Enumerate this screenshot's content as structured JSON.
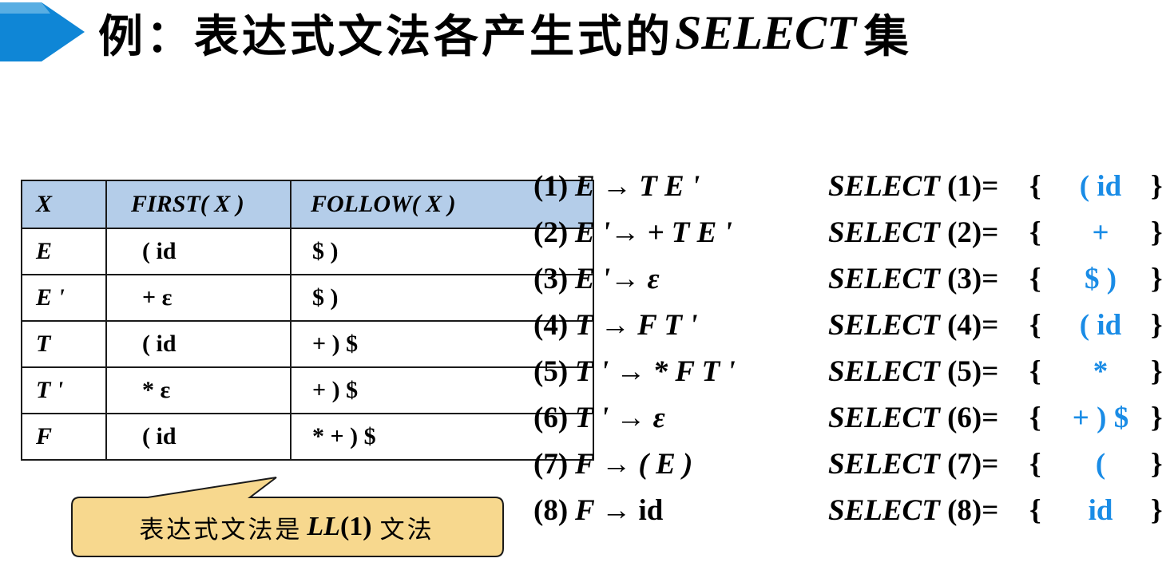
{
  "slide": {
    "title_prefix": "例：表达式文法各产生式的",
    "title_italic": "SELECT",
    "title_suffix": "集",
    "banner_color": "#0f86d6",
    "banner_highlight": "#58aee3",
    "accent_color": "#1a8ce6",
    "table_header_bg": "#b4cde9",
    "callout_bg": "#f7d88e"
  },
  "table": {
    "headers": [
      "X",
      "FIRST( X )",
      "FOLLOW( X )"
    ],
    "rows": [
      {
        "x": "E",
        "first": "(   id",
        "follow": "$  )"
      },
      {
        "x": "E '",
        "first": "+  ε",
        "follow": "$  )"
      },
      {
        "x": "T",
        "first": "(   id",
        "follow": "+  )  $"
      },
      {
        "x": "T '",
        "first": "*  ε",
        "follow": "+  )  $"
      },
      {
        "x": "F",
        "first": "(   id",
        "follow": "* +  )  $"
      }
    ]
  },
  "callout": {
    "text_before": "表达式文法是",
    "ll": "LL",
    "ll_arg": "(1)",
    "text_after": "文法"
  },
  "productions": [
    {
      "num": "(1)",
      "lhs": "E",
      "arrow": "→",
      "rhs": "T E '",
      "select_kw": "SELECT",
      "select_num": "(1)=",
      "open": "{",
      "members": "(  id",
      "close": "}"
    },
    {
      "num": "(2)",
      "lhs": "E '",
      "arrow": "→",
      "rhs": "+ T E '",
      "select_kw": "SELECT",
      "select_num": "(2)=",
      "open": "{",
      "members": "+",
      "close": "}"
    },
    {
      "num": "(3)",
      "lhs": "E '",
      "arrow": "→",
      "rhs": "ε",
      "select_kw": "SELECT",
      "select_num": "(3)=",
      "open": "{",
      "members": "$  )",
      "close": "}"
    },
    {
      "num": "(4)",
      "lhs": "T",
      "arrow": "→",
      "rhs": "F T '",
      "select_kw": "SELECT",
      "select_num": "(4)=",
      "open": "{",
      "members": "(  id",
      "close": "}"
    },
    {
      "num": "(5)",
      "lhs": "T '",
      "arrow": "→",
      "rhs": "* F T '",
      "select_kw": "SELECT",
      "select_num": "(5)=",
      "open": "{",
      "members": "*",
      "close": "}"
    },
    {
      "num": "(6)",
      "lhs": "T '",
      "arrow": "→",
      "rhs": "ε",
      "select_kw": "SELECT",
      "select_num": "(6)=",
      "open": "{",
      "members": "+ ) $",
      "close": "}"
    },
    {
      "num": "(7)",
      "lhs": "F",
      "arrow": "→",
      "rhs": "( E )",
      "select_kw": "SELECT",
      "select_num": "(7)=",
      "open": "{",
      "members": "(",
      "close": "}"
    },
    {
      "num": "(8)",
      "lhs": "F",
      "arrow": "→",
      "rhs": "id",
      "select_kw": "SELECT",
      "select_num": "(8)=",
      "open": "{",
      "members": "id",
      "close": "}"
    }
  ]
}
